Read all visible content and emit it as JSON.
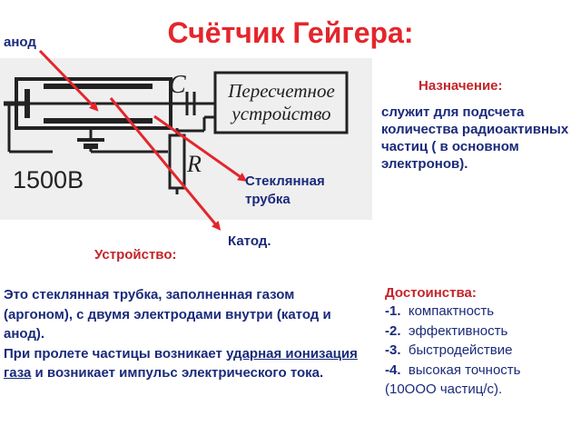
{
  "title": "Счётчик Гейгера:",
  "diagram": {
    "anode_label": "анод",
    "capacitor_label": "C",
    "resistor_label": "R",
    "voltage_label": "1500В",
    "counter_box_line1": "Пересчетное",
    "counter_box_line2": "устройство",
    "glass_tube_label": "Стеклянная трубка",
    "cathode_label": "Катод.",
    "arrow_color": "#e4262c"
  },
  "purpose": {
    "heading": "Назначение:",
    "text": "служит для подсчета количества радиоактивных частиц ( в основном электронов)."
  },
  "device": {
    "heading": "Устройство:",
    "paragraph1": "Это стеклянная трубка, заполненная газом (аргоном), с двумя электродами внутри (катод и анод).",
    "paragraph2_before": "При пролете частицы возникает ",
    "paragraph2_underlined": "ударная ионизация газа",
    "paragraph2_after": " и возникает импульс электрического тока."
  },
  "advantages": {
    "heading": "Достоинства:",
    "items": [
      {
        "marker": "-1.",
        "text": "компактность"
      },
      {
        "marker": "-2.",
        "text": "эффективность"
      },
      {
        "marker": "-3.",
        "text": "быстродействие"
      },
      {
        "marker": "-4.",
        "text": "высокая точность"
      }
    ],
    "note": "(10ООО частиц/с)."
  },
  "colors": {
    "title": "#e4262c",
    "heading": "#c4242a",
    "text": "#1a2a7a"
  }
}
